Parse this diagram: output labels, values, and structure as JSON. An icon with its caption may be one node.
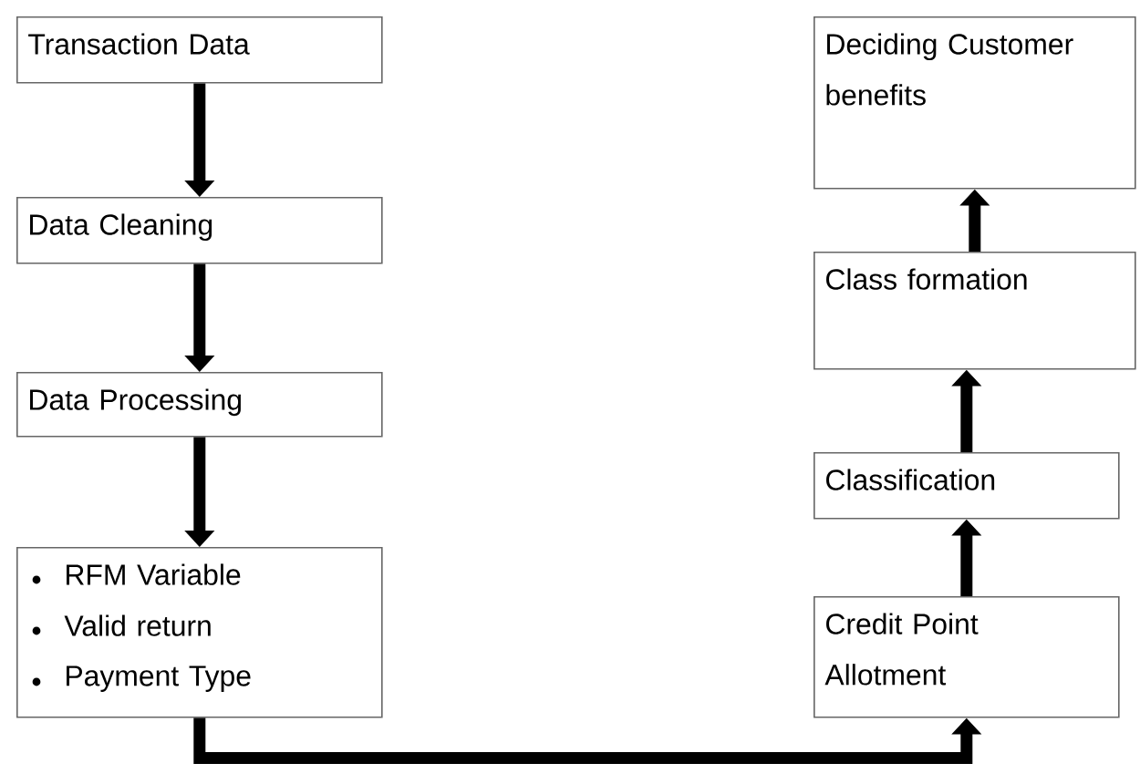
{
  "diagram": {
    "nodes": [
      {
        "text": [
          "Transaction Data"
        ]
      },
      {
        "text": [
          "Data Cleaning"
        ]
      },
      {
        "text": [
          "Data Processing"
        ]
      },
      {
        "text": [
          "RFM Variable",
          "Valid return",
          "Payment Type"
        ]
      },
      {
        "text": [
          "Deciding Customer benefits"
        ]
      },
      {
        "text": [
          "Class formation"
        ]
      },
      {
        "text": [
          "Classification"
        ]
      },
      {
        "text": [
          "Credit Point Allotment"
        ]
      }
    ],
    "edges": [
      {
        "from": 0,
        "to": 1,
        "arrow": "to"
      },
      {
        "from": 1,
        "to": 2,
        "arrow": "to"
      },
      {
        "from": 2,
        "to": 3,
        "arrow": "to"
      },
      {
        "from": 3,
        "to": 7,
        "arrow": "to"
      },
      {
        "from": 7,
        "to": 6,
        "arrow": "to"
      },
      {
        "from": 6,
        "to": 5,
        "arrow": "to"
      },
      {
        "from": 5,
        "to": 4,
        "arrow": "to"
      }
    ]
  }
}
